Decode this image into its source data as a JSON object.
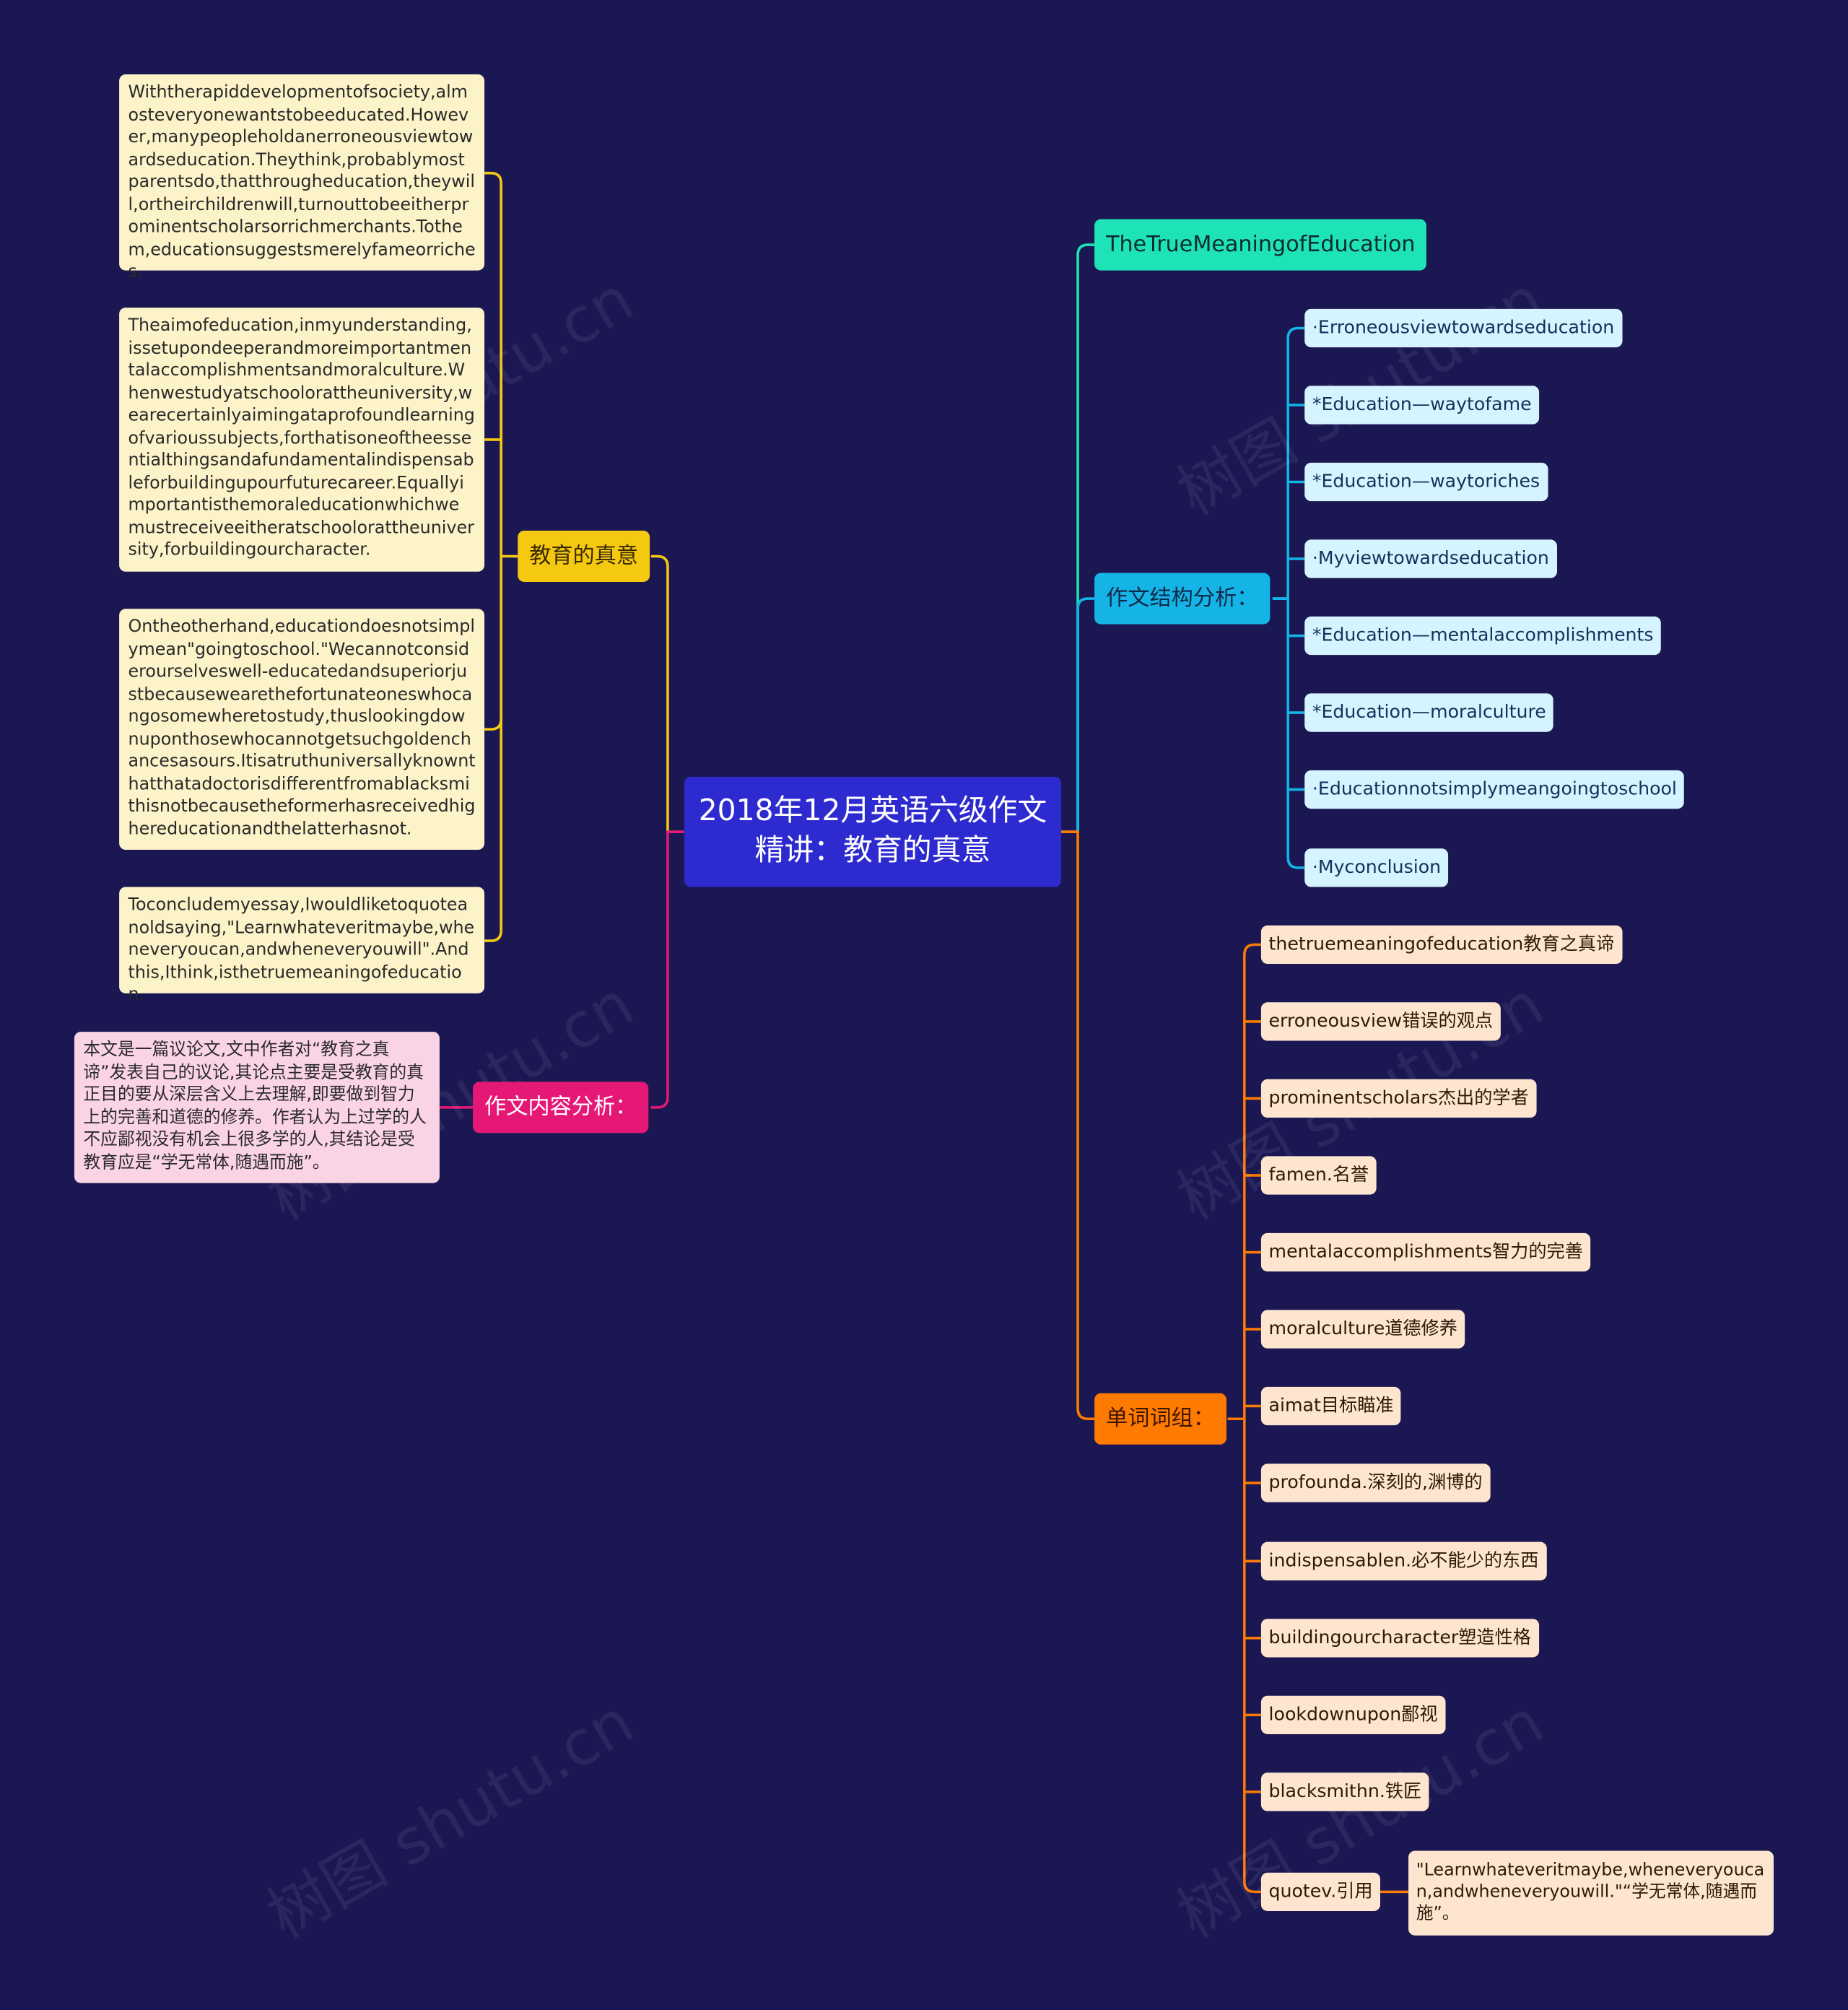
{
  "root": {
    "title": "2018年12月英语六级作文精讲：教育的真意"
  },
  "left": {
    "meaning": {
      "label": "教育的真意",
      "paragraphs": [
        "Withtherapiddevelopmentofsociety,almosteveryonewantstobeeducated.However,manypeopleholdanerroneousviewtowardseducation.Theythink,probablymostparentsdo,thatthrougheducation,theywill,ortheirchildrenwill,turnouttobeeitherprominentscholarsorrichmerchants.Tothem,educationsuggestsmerelyfameorriches.",
        "Theaimofeducation,inmyunderstanding,issetupondeeperandmoreimportantmentalaccomplishmentsandmoralculture.Whenwestudyatschoolorattheuniversity,wearecertainlyaimingataprofoundlearningofvarioussubjects,forthatisoneoftheessentialthingsandafundamentalindispensableforbuildingupourfuturecareer.Equallyimportantisthemoraleducationwhichwemustreceiveeitheratschoolorattheuniversity,forbuildingourcharacter.",
        "Ontheotherhand,educationdoesnotsimplymean\"goingtoschool.\"Wecannotconsiderourselveswell-educatedandsuperiorjustbecausewearethefortunateoneswhocangosomewheretostudy,thuslookingdownuponthosewhocannotgetsuchgoldenchancesasours.Itisatruthuniversallyknownthatthatadoctorisdifferentfromablacksmithisnotbecausetheformerhasreceivedhighereducationandthelatterhasnot.",
        "Toconcludemyessay,Iwouldliketoquoteanoldsaying,\"Learnwhateveritmaybe,wheneveryoucan,andwheneveryouwill\".Andthis,Ithink,isthetruemeaningofeducation."
      ]
    },
    "content_analysis": {
      "label": "作文内容分析：",
      "note": "本文是一篇议论文,文中作者对“教育之真谛”发表自己的议论,其论点主要是受教育的真正目的要从深层含义上去理解,即要做到智力上的完善和道德的修养。作者认为上过学的人不应鄙视没有机会上很多学的人,其结论是受教育应是“学无常体,随遇而施”。"
    }
  },
  "right": {
    "title_node": {
      "label": "TheTrueMeaningofEducation"
    },
    "structure": {
      "label": "作文结构分析：",
      "items": [
        "·Erroneousviewtowardseducation",
        "*Education—waytofame",
        "*Education—waytoriches",
        "·Myviewtowardseducation",
        "*Education—mentalaccomplishments",
        "*Education—moralculture",
        "·Educationnotsimplymeangoingtoschool",
        "·Myconclusion"
      ]
    },
    "vocab": {
      "label": "单词词组：",
      "items": [
        "thetruemeaningofeducation教育之真谛",
        "erroneousview错误的观点",
        "prominentscholars杰出的学者",
        "famen.名誉",
        "mentalaccomplishments智力的完善",
        "moralculture道德修养",
        "aimat目标瞄准",
        "profounda.深刻的,渊博的",
        "indispensablen.必不能少的东西",
        "buildingourcharacter塑造性格",
        "lookdownupon鄙视",
        "blacksmithn.铁匠",
        "quotev.引用"
      ],
      "quote_note": "\"Learnwhateveritmaybe,wheneveryoucan,andwheneveryouwill.\"“学无常体,随遇而施”。"
    }
  },
  "watermark": "树图 shutu.cn",
  "colors": {
    "background": "#1a1752",
    "root": "#2d2bd0",
    "yellow": "#f6c911",
    "pink": "#e51876",
    "teal": "#1ee3b7",
    "blue": "#14b5e6",
    "orange": "#ff7a00"
  }
}
